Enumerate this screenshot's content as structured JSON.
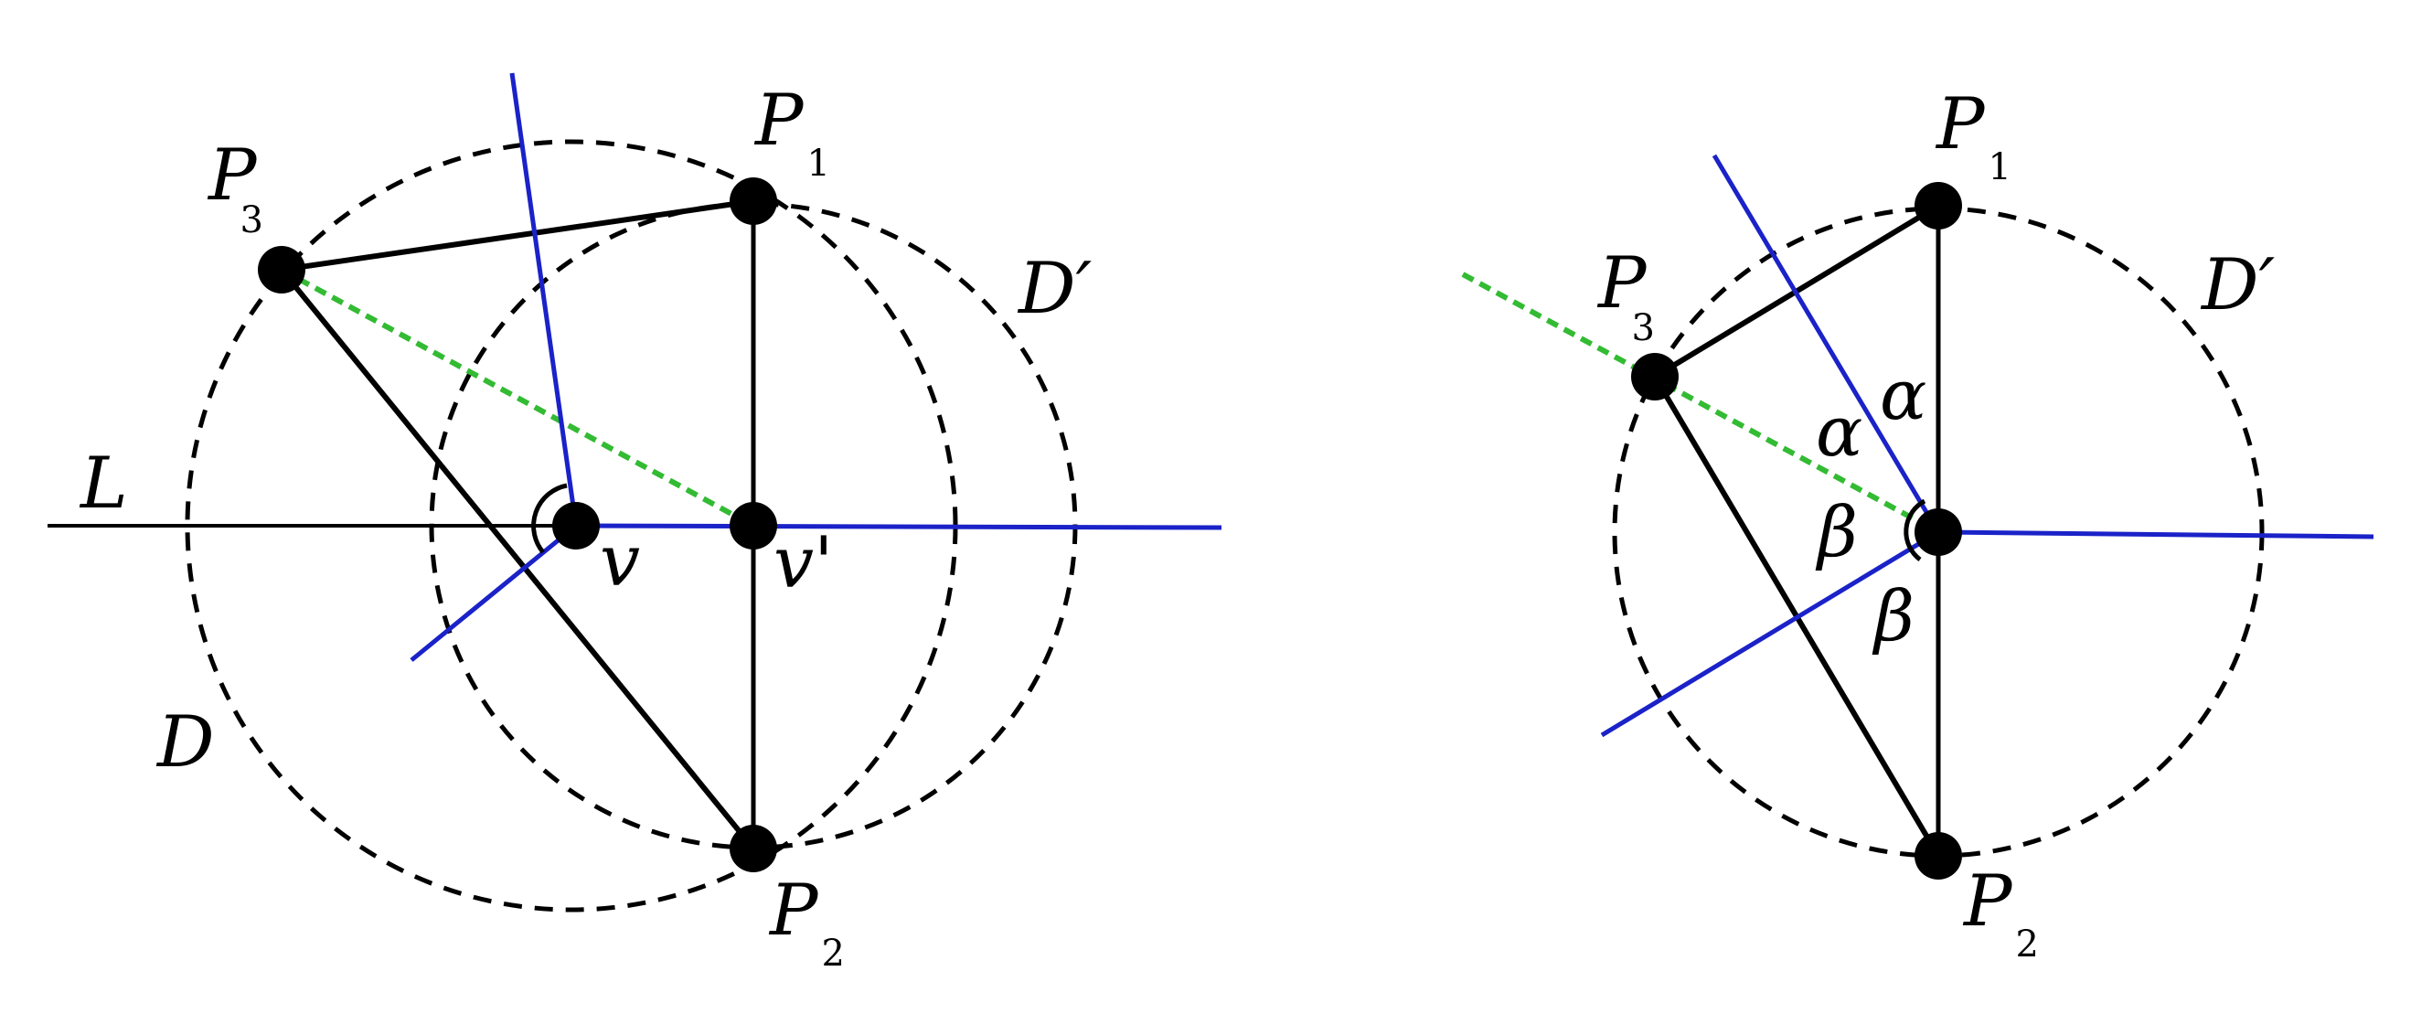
{
  "colors": {
    "ink": "#000000",
    "blue": "#1a22c8",
    "green": "#33bb33",
    "background": "#ffffff"
  },
  "left_panel": {
    "P1": {
      "letter": "P",
      "index": "1"
    },
    "P2": {
      "letter": "P",
      "index": "2"
    },
    "P3": {
      "letter": "P",
      "index": "3"
    },
    "L": "L",
    "v": "v",
    "v_prime": "v'",
    "D": "D",
    "D_prime": "D′"
  },
  "right_panel": {
    "P1": {
      "letter": "P",
      "index": "1"
    },
    "P2": {
      "letter": "P",
      "index": "2"
    },
    "P3": {
      "letter": "P",
      "index": "3"
    },
    "D_prime": "D′",
    "alpha_1": "α",
    "alpha_2": "α",
    "beta_1": "β",
    "beta_2": "β"
  }
}
